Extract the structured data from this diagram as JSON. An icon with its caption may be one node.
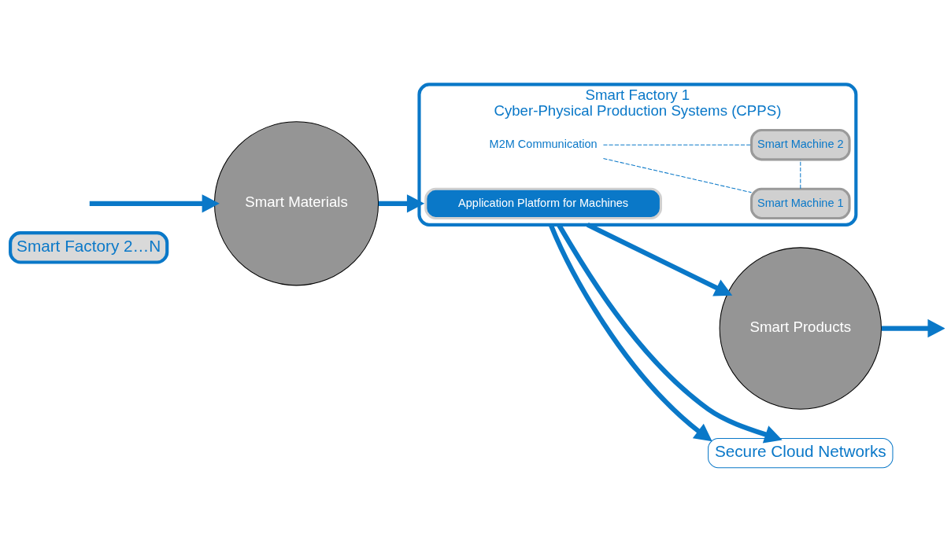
{
  "diagram": {
    "nodes": [
      {
        "text": [
          "Smart Factory 2…N"
        ]
      },
      {
        "text": [
          "Smart Factory 1",
          "Cyber-Physical Production Systems (CPPS)"
        ]
      },
      {
        "text": [
          "M2M Communication"
        ],
        "in": 1
      },
      {
        "text": [
          "Smart Machine 1"
        ],
        "in": 1
      },
      {
        "text": [
          "Smart Machine 2"
        ],
        "in": 1
      },
      {
        "text": [
          "Application Platform for Machines"
        ],
        "in": 1
      },
      {
        "text": [
          "Smart Materials"
        ]
      },
      {
        "text": [
          "Smart Products"
        ]
      },
      {
        "text": [
          "Secure Cloud Networks"
        ]
      }
    ],
    "edges": [
      {
        "from": null,
        "to": 6,
        "arrow": "to"
      },
      {
        "from": 6,
        "to": 1,
        "arrow": "to"
      },
      {
        "from": 2,
        "to": 3,
        "arrow": "none",
        "style": "dashed"
      },
      {
        "from": 2,
        "to": 4,
        "arrow": "none",
        "style": "dashed"
      },
      {
        "from": 3,
        "to": 4,
        "arrow": "none",
        "style": "dashed"
      },
      {
        "from": 1,
        "to": 7,
        "arrow": "to"
      },
      {
        "from": 7,
        "to": null,
        "arrow": "to"
      },
      {
        "from": 1,
        "to": 8,
        "arrow": "to"
      },
      {
        "from": 1,
        "to": 8,
        "arrow": "to"
      }
    ]
  }
}
